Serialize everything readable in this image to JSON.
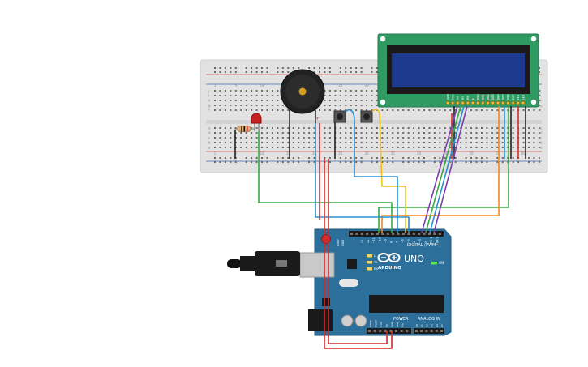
{
  "board": {
    "brand": "ARDUINO",
    "model": "UNO",
    "digital_label": "DIGITAL (PWM~)",
    "power_label": "POWER",
    "analog_label": "ANALOG IN",
    "on_label": "ON",
    "tx_label": "TX",
    "rx_label": "RX",
    "l_label": "L",
    "aref_label": "AREF",
    "gnd_label": "GND",
    "digital_pins": [
      "13",
      "12",
      "~11",
      "~10",
      "~9",
      "8",
      "7",
      "~6",
      "~5",
      "4",
      "~3",
      "2",
      "TX 1",
      "RX 0"
    ],
    "power_pins": [
      "IOREF",
      "RESET",
      "3.3V",
      "5V",
      "GND",
      "GND",
      "Vin"
    ],
    "analog_pins": [
      "A0",
      "A1",
      "A2",
      "A3",
      "A4",
      "A5"
    ]
  },
  "breadboard": {
    "column_numbers": [
      "1",
      "5",
      "10",
      "15",
      "20",
      "25",
      "30",
      "35",
      "40",
      "45",
      "50",
      "55",
      "60"
    ],
    "row_letters_top": [
      "j",
      "i",
      "h",
      "g",
      "f"
    ],
    "row_letters_bottom": [
      "e",
      "d",
      "c",
      "b",
      "a"
    ]
  },
  "lcd": {
    "pin_labels": [
      "GND",
      "VCC",
      "V0",
      "RS",
      "RW",
      "E",
      "DB0",
      "DB1",
      "DB2",
      "DB3",
      "DB4",
      "DB5",
      "DB6",
      "DB7",
      "LED",
      "LED"
    ]
  },
  "colors": {
    "breadboard": "#e2e2e2",
    "board": "#2b6f9a",
    "lcd_pcb": "#2f9a62",
    "lcd_screen": "#1d3a8f",
    "wire_green": "#3aa845",
    "wire_blue": "#2a8fd0",
    "wire_red": "#d22b2b",
    "wire_orange": "#f08a1c",
    "wire_yellow": "#f2c21a",
    "wire_purple": "#7a3fb0",
    "wire_black": "#222222"
  }
}
